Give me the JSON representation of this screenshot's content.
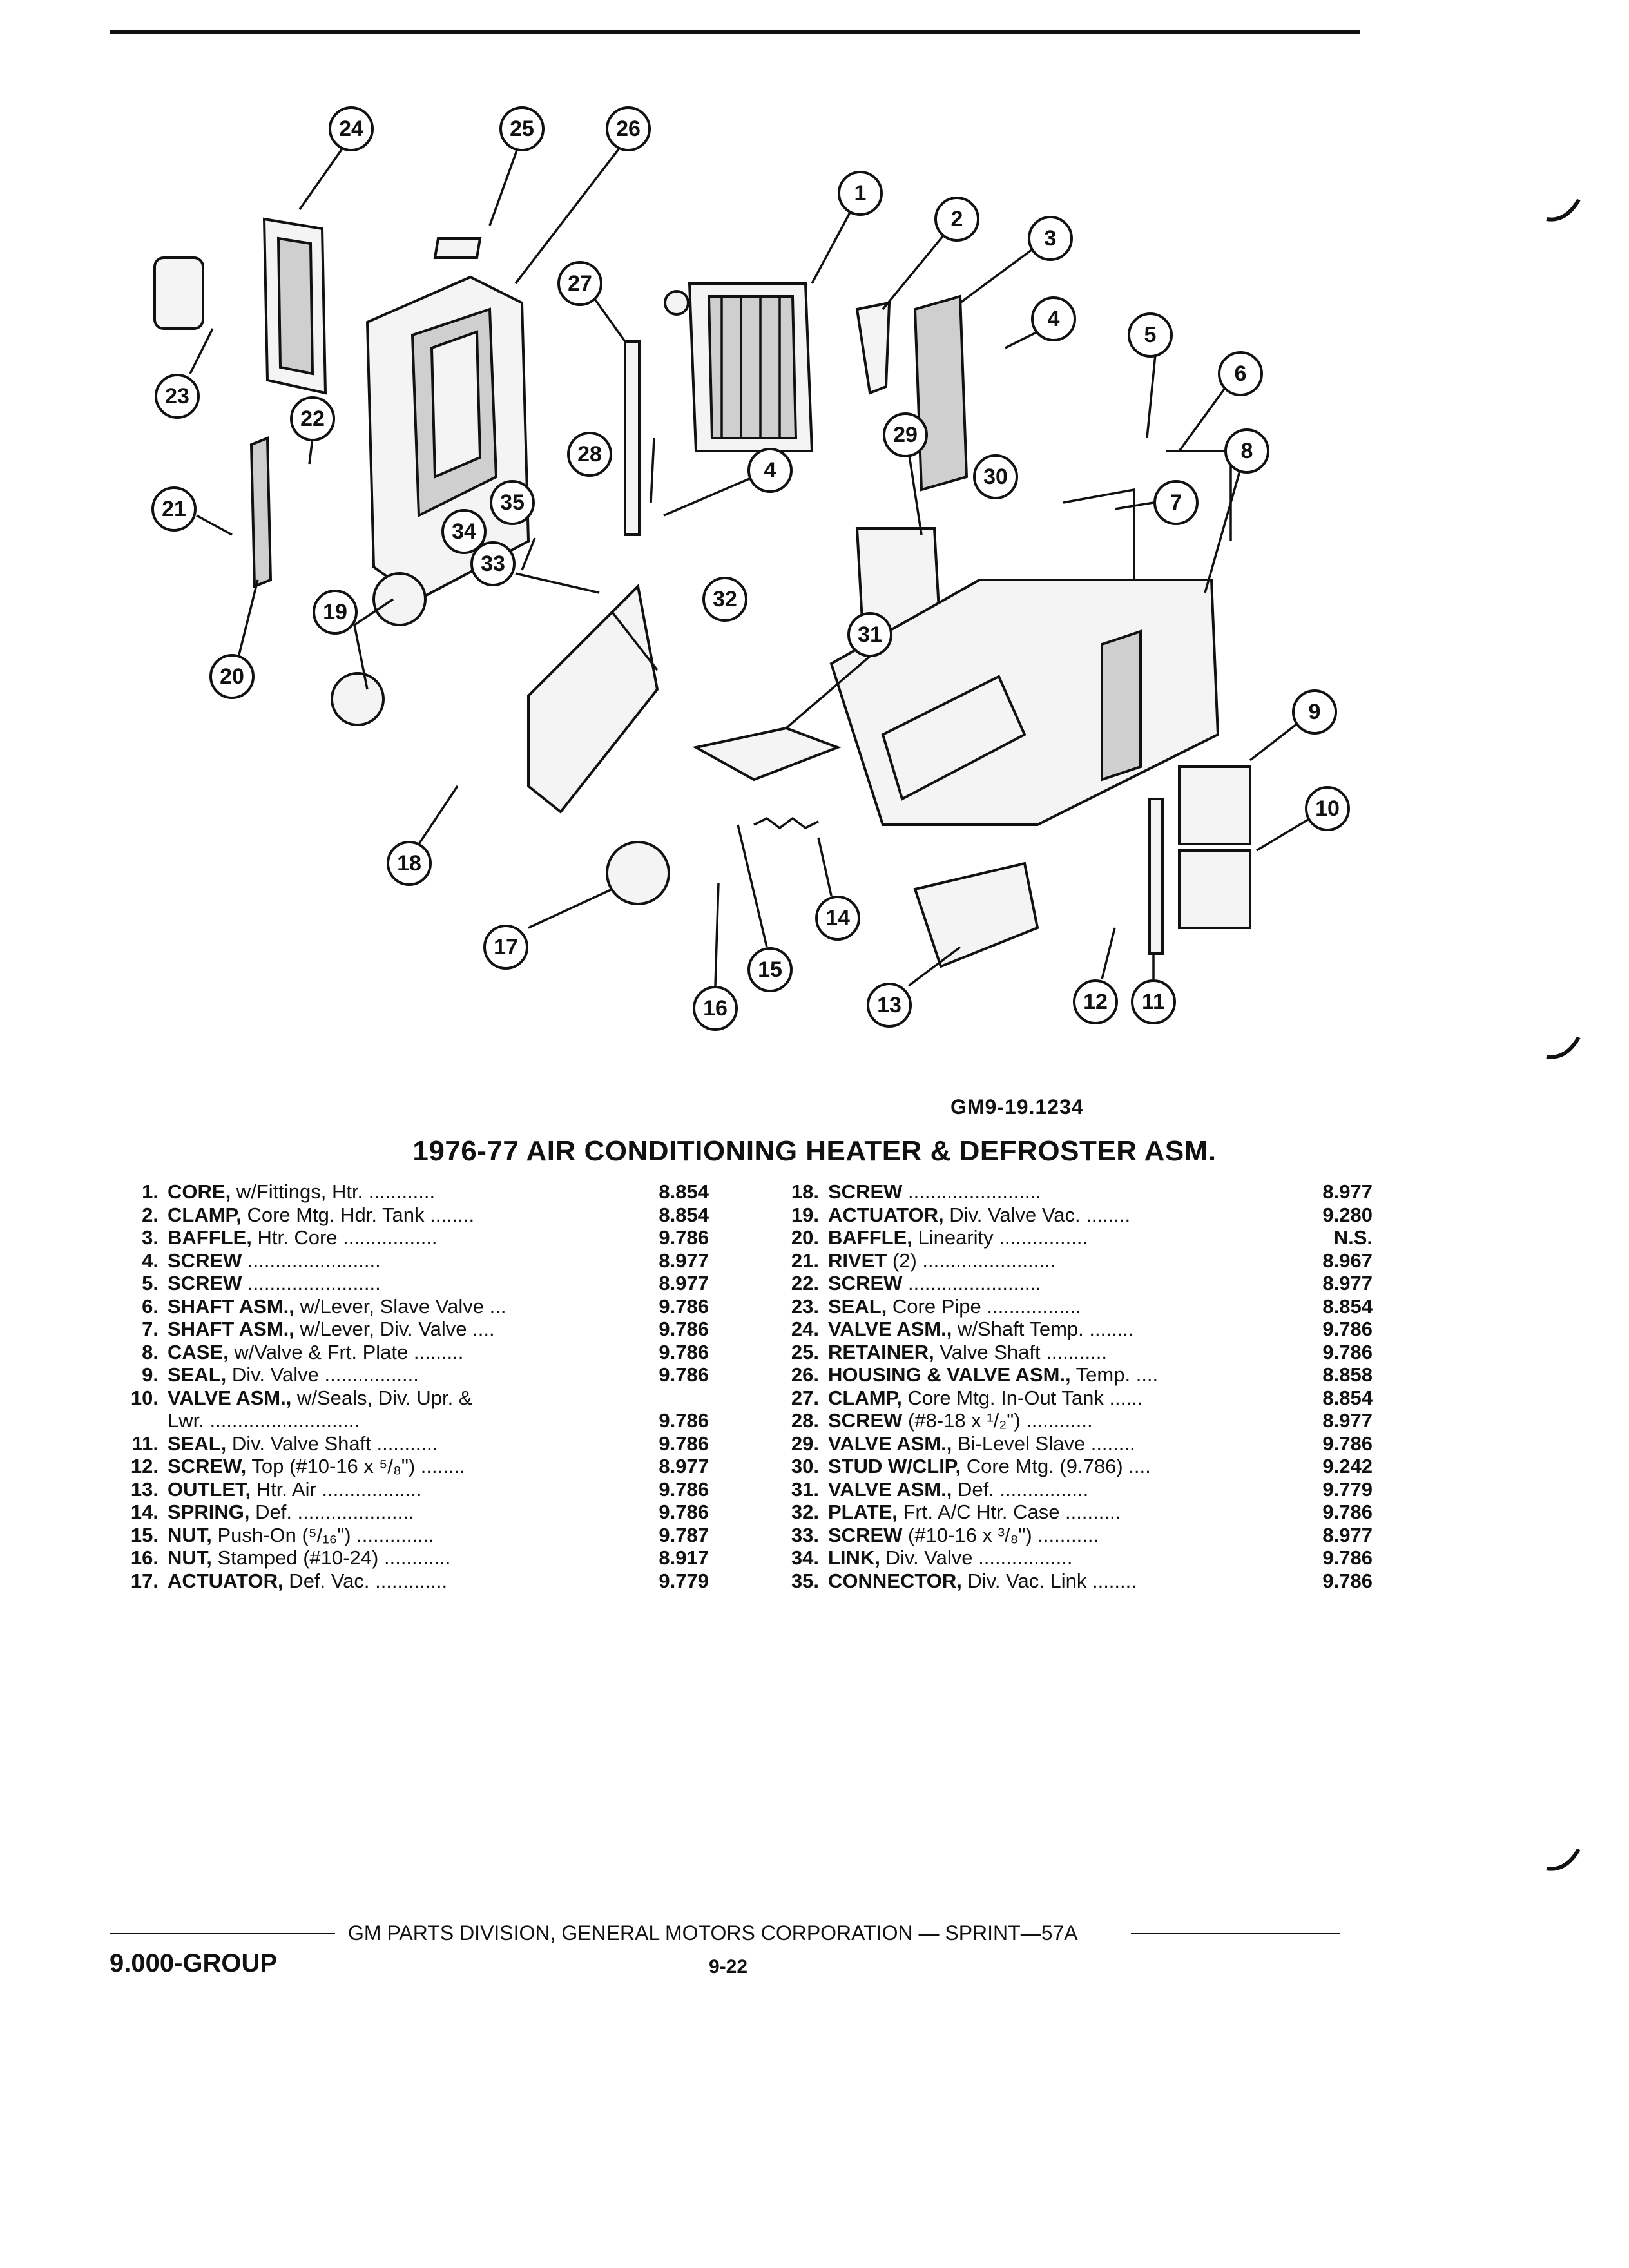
{
  "figure_code": "GM9-19.1234",
  "title": "1976-77 AIR CONDITIONING HEATER & DEFROSTER ASM.",
  "callouts": [
    "1",
    "2",
    "3",
    "4",
    "5",
    "6",
    "7",
    "8",
    "9",
    "10",
    "11",
    "12",
    "13",
    "14",
    "15",
    "16",
    "17",
    "18",
    "19",
    "20",
    "21",
    "22",
    "23",
    "24",
    "25",
    "26",
    "27",
    "28",
    "29",
    "30",
    "31",
    "32",
    "33",
    "34",
    "35"
  ],
  "parts_left": [
    {
      "num": "1.",
      "name": "CORE,",
      "detail": " w/Fittings, Htr. ............",
      "code": "8.854"
    },
    {
      "num": "2.",
      "name": "CLAMP,",
      "detail": " Core Mtg. Hdr. Tank ........",
      "code": "8.854"
    },
    {
      "num": "3.",
      "name": "BAFFLE,",
      "detail": " Htr. Core .................",
      "code": "9.786"
    },
    {
      "num": "4.",
      "name": "SCREW",
      "detail": " ........................",
      "code": "8.977"
    },
    {
      "num": "5.",
      "name": "SCREW",
      "detail": " ........................",
      "code": "8.977"
    },
    {
      "num": "6.",
      "name": "SHAFT ASM.,",
      "detail": " w/Lever, Slave Valve ...",
      "code": "9.786"
    },
    {
      "num": "7.",
      "name": "SHAFT ASM.,",
      "detail": " w/Lever, Div. Valve ....",
      "code": "9.786"
    },
    {
      "num": "8.",
      "name": "CASE,",
      "detail": " w/Valve & Frt. Plate .........",
      "code": "9.786"
    },
    {
      "num": "9.",
      "name": "SEAL,",
      "detail": " Div. Valve .................",
      "code": "9.786"
    },
    {
      "num": "10.",
      "name": "VALVE ASM.,",
      "detail": " w/Seals, Div. Upr. &",
      "code": ""
    },
    {
      "num": "",
      "name": "",
      "detail": "Lwr. ...........................",
      "code": "9.786"
    },
    {
      "num": "11.",
      "name": "SEAL,",
      "detail": " Div. Valve Shaft ...........",
      "code": "9.786"
    },
    {
      "num": "12.",
      "name": "SCREW,",
      "detail": " Top (#10-16 x ⁵/₈\") ........",
      "code": "8.977"
    },
    {
      "num": "13.",
      "name": "OUTLET,",
      "detail": " Htr. Air ..................",
      "code": "9.786"
    },
    {
      "num": "14.",
      "name": "SPRING,",
      "detail": " Def. .....................",
      "code": "9.786"
    },
    {
      "num": "15.",
      "name": "NUT,",
      "detail": " Push-On (⁵/₁₆\") ..............",
      "code": "9.787"
    },
    {
      "num": "16.",
      "name": "NUT,",
      "detail": " Stamped (#10-24) ............",
      "code": "8.917"
    },
    {
      "num": "17.",
      "name": "ACTUATOR,",
      "detail": " Def. Vac. .............",
      "code": "9.779"
    }
  ],
  "parts_right": [
    {
      "num": "18.",
      "name": "SCREW",
      "detail": " ........................",
      "code": "8.977"
    },
    {
      "num": "19.",
      "name": "ACTUATOR,",
      "detail": " Div. Valve Vac. ........",
      "code": "9.280"
    },
    {
      "num": "20.",
      "name": "BAFFLE,",
      "detail": " Linearity ................",
      "code": "N.S."
    },
    {
      "num": "21.",
      "name": "RIVET",
      "detail": " (2) ........................",
      "code": "8.967"
    },
    {
      "num": "22.",
      "name": "SCREW",
      "detail": " ........................",
      "code": "8.977"
    },
    {
      "num": "23.",
      "name": "SEAL,",
      "detail": " Core Pipe .................",
      "code": "8.854"
    },
    {
      "num": "24.",
      "name": "VALVE ASM.,",
      "detail": " w/Shaft Temp. ........",
      "code": "9.786"
    },
    {
      "num": "25.",
      "name": "RETAINER,",
      "detail": " Valve Shaft ...........",
      "code": "9.786"
    },
    {
      "num": "26.",
      "name": "HOUSING & VALVE ASM.,",
      "detail": " Temp. ....",
      "code": "8.858"
    },
    {
      "num": "27.",
      "name": "CLAMP,",
      "detail": " Core Mtg. In-Out Tank ......",
      "code": "8.854"
    },
    {
      "num": "28.",
      "name": "SCREW",
      "detail": " (#8-18 x ¹/₂\") ............",
      "code": "8.977"
    },
    {
      "num": "29.",
      "name": "VALVE ASM.,",
      "detail": " Bi-Level Slave ........",
      "code": "9.786"
    },
    {
      "num": "30.",
      "name": "STUD W/CLIP,",
      "detail": " Core Mtg. (9.786) ....",
      "code": "9.242"
    },
    {
      "num": "31.",
      "name": "VALVE ASM.,",
      "detail": " Def. ................",
      "code": "9.779"
    },
    {
      "num": "32.",
      "name": "PLATE,",
      "detail": " Frt. A/C Htr. Case ..........",
      "code": "9.786"
    },
    {
      "num": "33.",
      "name": "SCREW",
      "detail": " (#10-16 x ³/₈\") ...........",
      "code": "8.977"
    },
    {
      "num": "34.",
      "name": "LINK,",
      "detail": " Div. Valve .................",
      "code": "9.786"
    },
    {
      "num": "35.",
      "name": "CONNECTOR,",
      "detail": " Div. Vac. Link ........",
      "code": "9.786"
    }
  ],
  "footer": {
    "text": "GM PARTS DIVISION, GENERAL MOTORS CORPORATION — SPRINT—57A",
    "group": "9.000-GROUP",
    "page": "9-22"
  }
}
